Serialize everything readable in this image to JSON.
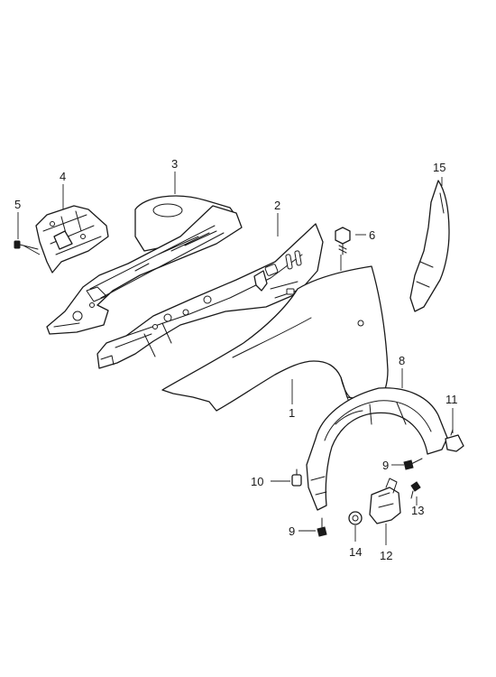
{
  "callouts": {
    "c1": "1",
    "c2": "2",
    "c3": "3",
    "c4": "4",
    "c5": "5",
    "c6": "6",
    "c8": "8",
    "c9a": "9",
    "c9b": "9",
    "c10": "10",
    "c11": "11",
    "c12": "12",
    "c13": "13",
    "c14": "14",
    "c15": "15"
  }
}
